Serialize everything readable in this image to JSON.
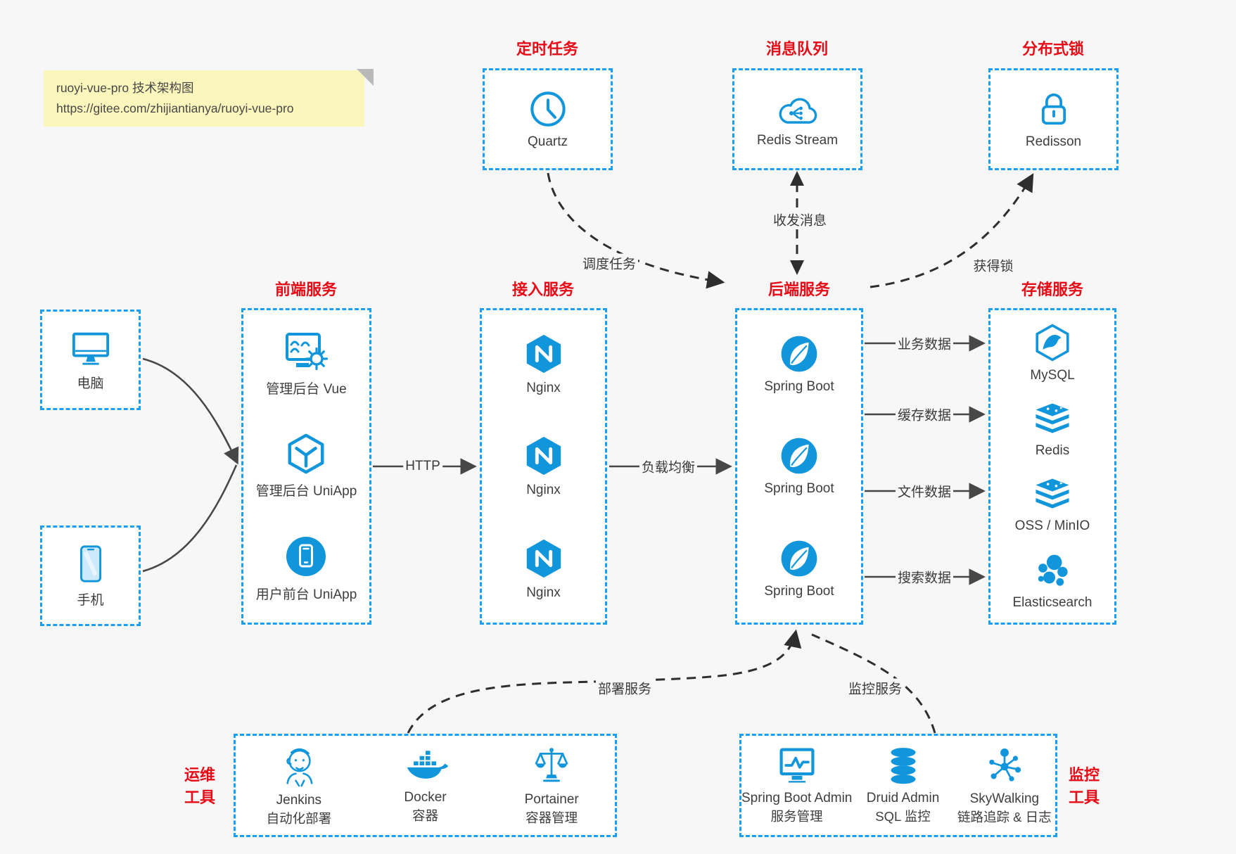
{
  "note": {
    "line1": "ruoyi-vue-pro 技术架构图",
    "line2": "https://gitee.com/zhijiantianya/ruoyi-vue-pro"
  },
  "top": {
    "scheduler": {
      "title": "定时任务",
      "item": {
        "label": "Quartz",
        "icon": "clock-icon"
      }
    },
    "mq": {
      "title": "消息队列",
      "item": {
        "label": "Redis Stream",
        "icon": "cloud-stream-icon"
      }
    },
    "lock": {
      "title": "分布式锁",
      "item": {
        "label": "Redisson",
        "icon": "padlock-icon"
      }
    }
  },
  "clients": {
    "pc": {
      "label": "电脑",
      "icon": "desktop-icon"
    },
    "mobile": {
      "label": "手机",
      "icon": "phone-icon"
    }
  },
  "columns": {
    "frontend": {
      "title": "前端服务",
      "items": [
        {
          "label": "管理后台 Vue",
          "icon": "admin-vue-icon"
        },
        {
          "label": "管理后台 UniApp",
          "icon": "uniapp-cube-icon"
        },
        {
          "label": "用户前台 UniApp",
          "icon": "user-app-icon"
        }
      ]
    },
    "gateway": {
      "title": "接入服务",
      "items": [
        {
          "label": "Nginx",
          "icon": "nginx-icon"
        },
        {
          "label": "Nginx",
          "icon": "nginx-icon"
        },
        {
          "label": "Nginx",
          "icon": "nginx-icon"
        }
      ]
    },
    "backend": {
      "title": "后端服务",
      "items": [
        {
          "label": "Spring Boot",
          "icon": "spring-boot-icon"
        },
        {
          "label": "Spring Boot",
          "icon": "spring-boot-icon"
        },
        {
          "label": "Spring Boot",
          "icon": "spring-boot-icon"
        }
      ]
    },
    "storage": {
      "title": "存储服务",
      "items": [
        {
          "label": "MySQL",
          "icon": "mysql-icon"
        },
        {
          "label": "Redis",
          "icon": "redis-stack-icon"
        },
        {
          "label": "OSS / MinIO",
          "icon": "storage-stack-icon"
        },
        {
          "label": "Elasticsearch",
          "icon": "elasticsearch-icon"
        }
      ]
    }
  },
  "bottom": {
    "ops": {
      "title": "运维工具",
      "items": [
        {
          "label": "Jenkins",
          "sub": "自动化部署",
          "icon": "jenkins-icon"
        },
        {
          "label": "Docker",
          "sub": "容器",
          "icon": "docker-icon"
        },
        {
          "label": "Portainer",
          "sub": "容器管理",
          "icon": "portainer-icon"
        }
      ]
    },
    "monitoring": {
      "title": "监控工具",
      "items": [
        {
          "label": "Spring Boot Admin",
          "sub": "服务管理",
          "icon": "boot-admin-icon"
        },
        {
          "label": "Druid Admin",
          "sub": "SQL 监控",
          "icon": "druid-icon"
        },
        {
          "label": "SkyWalking",
          "sub": "链路追踪 & 日志",
          "icon": "skywalking-icon"
        }
      ]
    }
  },
  "edges": {
    "http": "HTTP",
    "load_balance": "负载均衡",
    "business_data": "业务数据",
    "cache_data": "缓存数据",
    "file_data": "文件数据",
    "search_data": "搜索数据",
    "schedule_task": "调度任务",
    "send_receive_message": "收发消息",
    "acquire_lock": "获得锁",
    "deploy_service": "部署服务",
    "monitor_service": "监控服务"
  },
  "colors": {
    "accent_blue": "#1296db",
    "dashed_border_blue": "#1b9ef5",
    "title_red": "#e60b16",
    "arrow_dark": "#474747",
    "note_bg": "#fbf6bc",
    "page_bg": "#f7f7f7"
  }
}
